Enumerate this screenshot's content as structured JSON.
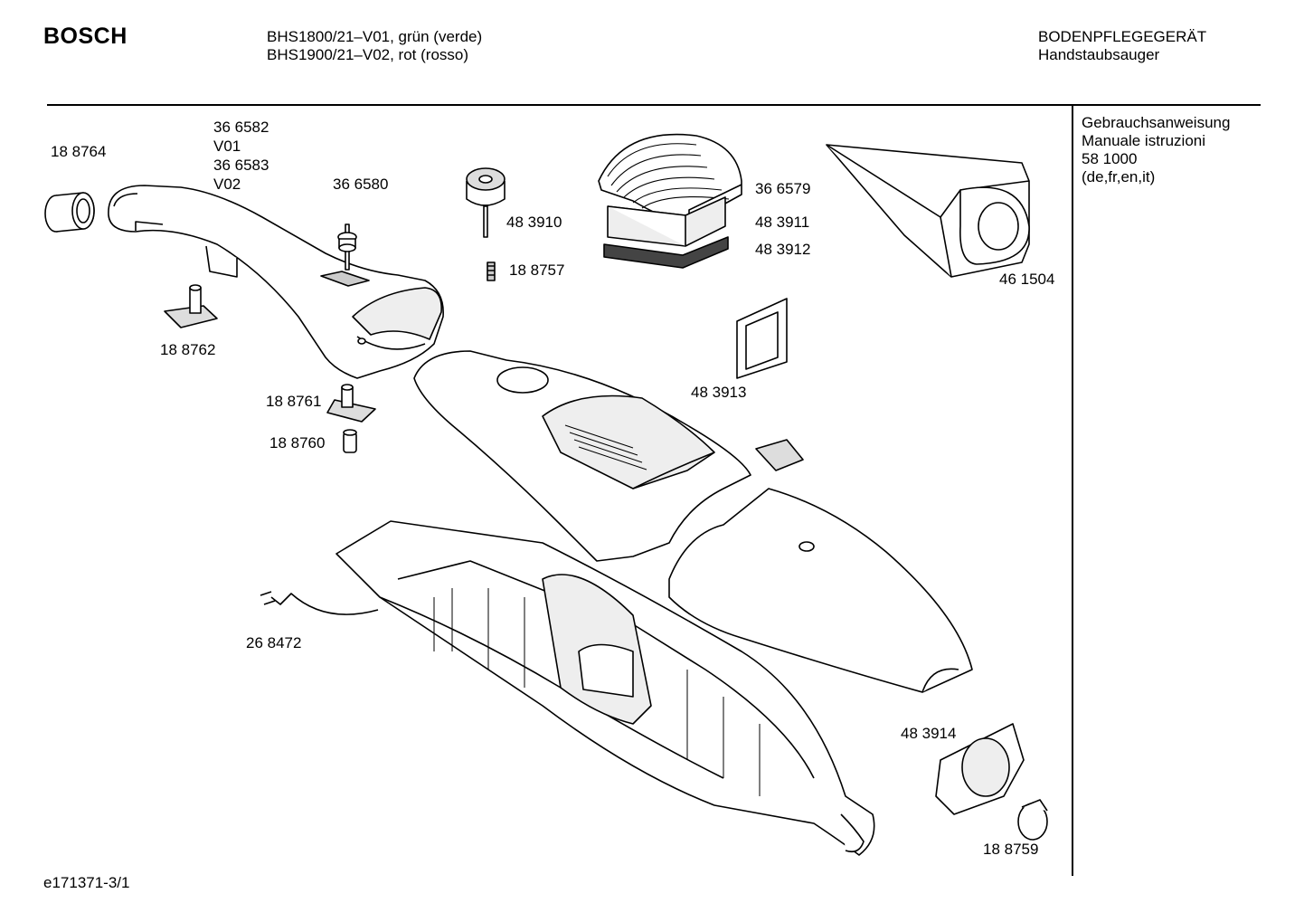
{
  "header": {
    "brand": "BOSCH",
    "models": [
      "BHS1800/21–V01, grün (verde)",
      "BHS1900/21–V02, rot (rosso)"
    ],
    "category": [
      "BODENPFLEGEGERÄT",
      "Handstaubsauger"
    ]
  },
  "sidebar": {
    "lines": [
      "Gebrauchsanweisung",
      "Manuale istruzioni",
      "58 1000",
      "(de,fr,en,it)"
    ]
  },
  "parts": {
    "p188764": "18 8764",
    "p366582": "36 6582",
    "v01": "V01",
    "p366583": "36 6583",
    "v02": "V02",
    "p366580": "36 6580",
    "p483910": "48 3910",
    "p188757": "18 8757",
    "p366579": "36 6579",
    "p483911": "48 3911",
    "p483912": "48 3912",
    "p461504": "46 1504",
    "p188762": "18 8762",
    "p483913": "48 3913",
    "p188761": "18 8761",
    "p188760": "18 8760",
    "p268472": "26 8472",
    "p483914": "48 3914",
    "p188759": "18 8759"
  },
  "footer": {
    "code": "e171371-3/1"
  }
}
